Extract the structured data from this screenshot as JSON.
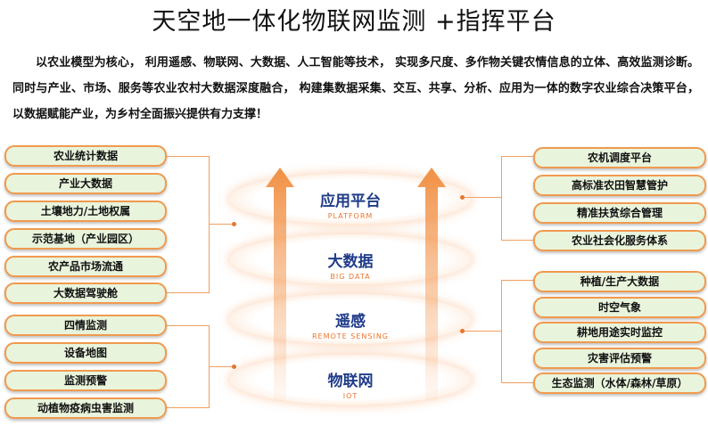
{
  "title": "天空地一体化物联网监测 +指挥平台",
  "intro": "以农业模型为核心， 利用遥感、物联网、大数据、人工智能等技术， 实现多尺度、多作物关键农情信息的立体、高效监测诊断。同时与产业、市场、服务等农业农村大数据深度融合， 构建集数据采集、交互、共享、分析、应用为一体的数字农业综合决策平台，以数据赋能产业，为乡村全面振兴提供有力支撑！",
  "layers": [
    {
      "cn": "应用平台",
      "en": "PLATFORM"
    },
    {
      "cn": "大数据",
      "en": "BIG DATA"
    },
    {
      "cn": "遥感",
      "en": "REMOTE SENSING"
    },
    {
      "cn": "物联网",
      "en": "IOT"
    }
  ],
  "left_upper": [
    "农业统计数据",
    "产业大数据",
    "土壤地力/土地权属",
    "示范基地（产业园区）",
    "农产品市场流通",
    "大数据驾驶舱"
  ],
  "left_lower": [
    "四情监测",
    "设备地图",
    "监测预警",
    "动植物疫病虫害监测"
  ],
  "right_upper": [
    "农机调度平台",
    "高标准农田智慧管护",
    "精准扶贫综合管理",
    "农业社会化服务体系"
  ],
  "right_lower": [
    "种植/生产大数据",
    "时空气象",
    "耕地用途实时监控",
    "灾害评估预警",
    "生态监测（水体/森林/草原）"
  ],
  "colors": {
    "accent": "#f09a4f",
    "pill_fill": "#e9f4dc",
    "layer_text": "#1f3b88",
    "layer_en": "#e8752e"
  }
}
